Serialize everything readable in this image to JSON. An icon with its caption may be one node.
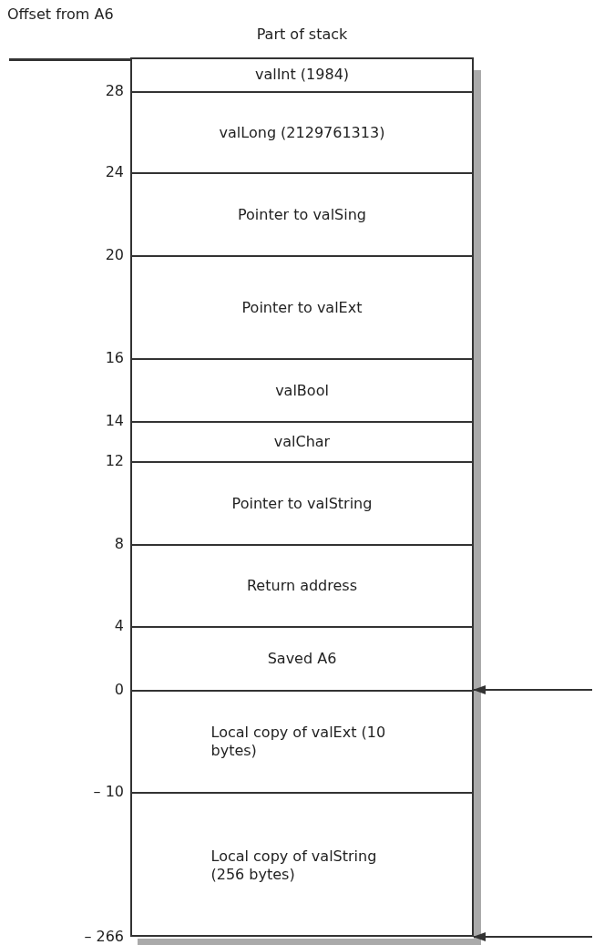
{
  "diagram": {
    "nodes": [
      {
        "text": [
          "Part of stack"
        ]
      },
      {
        "text": [
          "valInt (1984)"
        ],
        "in": 0
      },
      {
        "text": [
          "valLong (2129761313)"
        ],
        "in": 0
      },
      {
        "text": [
          "Pointer to valSing"
        ],
        "in": 0
      },
      {
        "text": [
          "Pointer to valExt"
        ],
        "in": 0
      },
      {
        "text": [
          "valBool"
        ],
        "in": 0
      },
      {
        "text": [
          "valChar"
        ],
        "in": 0
      },
      {
        "text": [
          "Pointer to valString"
        ],
        "in": 0
      },
      {
        "text": [
          "Return address"
        ],
        "in": 0
      },
      {
        "text": [
          "Saved A6"
        ],
        "in": 0
      },
      {
        "text": [
          "Local copy of valExt (10 bytes)"
        ],
        "in": 0
      },
      {
        "text": [
          "Local copy of valString (256 bytes)"
        ],
        "in": 0
      }
    ],
    "edges": [
      {
        "from": null,
        "to": 10,
        "arrow": "to"
      },
      {
        "from": null,
        "to": 11,
        "arrow": "to"
      }
    ],
    "labels": [
      "Offset from A6",
      "28",
      "24",
      "20",
      "16",
      "14",
      "12",
      "8",
      "4",
      "0",
      "– 10",
      "– 266"
    ]
  }
}
